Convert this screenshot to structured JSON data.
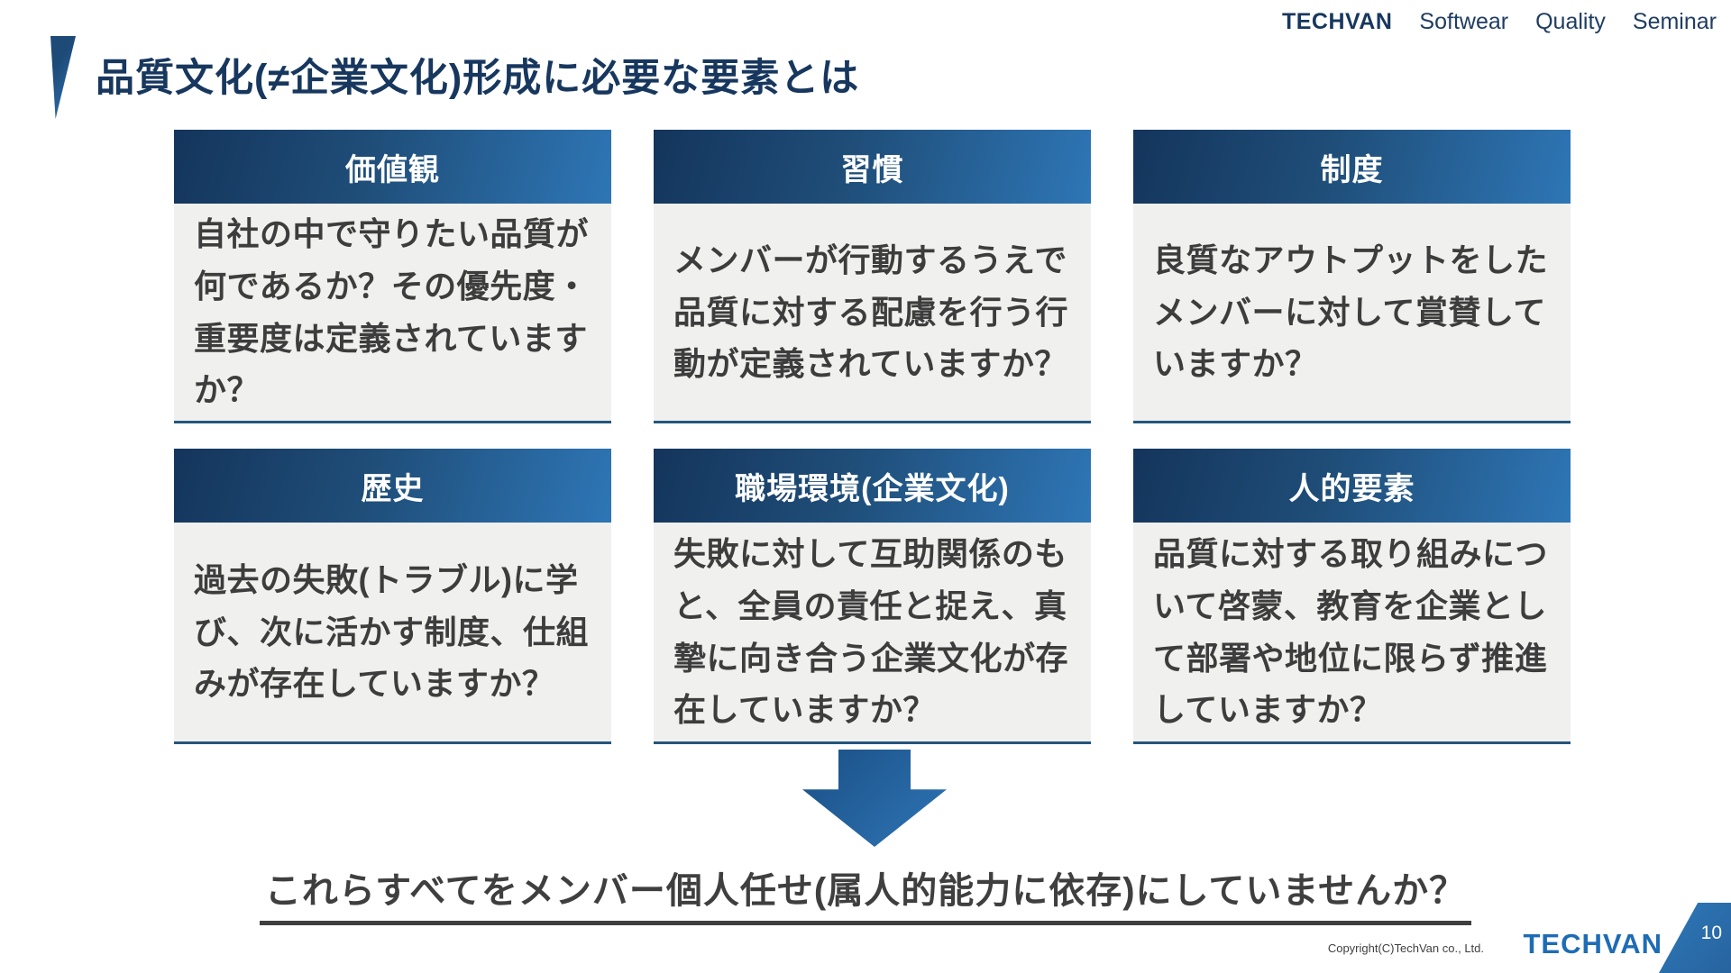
{
  "header": {
    "brand": "TECHVAN",
    "items": [
      "Softwear",
      "Quality",
      "Seminar"
    ]
  },
  "title": "品質文化(≠企業文化)形成に必要な要素とは",
  "cards": [
    {
      "header": "価値観",
      "body": "自社の中で守りたい品質が\n何であるか？その優先度・\n重要度は定義されています\nか？"
    },
    {
      "header": "習慣",
      "body": "メンバーが行動するうえで\n品質に対する配慮を行う行\n動が定義されていますか？"
    },
    {
      "header": "制度",
      "body": "良質なアウトプットをした\nメンバーに対して賞賛して\nいますか？"
    },
    {
      "header": "歴史",
      "body": "過去の失敗(トラブル)に学\nび、次に活かす制度、仕組\nみが存在していますか？"
    },
    {
      "header": "職場環境(企業文化)",
      "body": "失敗に対して互助関係のも\nと、全員の責任と捉え、真\n摯に向き合う企業文化が存\n在していますか？"
    },
    {
      "header": "人的要素",
      "body": "品質に対する取り組みにつ\nいて啓蒙、教育を企業とし\nて部署や地位に限らず推進\nしていますか？"
    }
  ],
  "conclusion": "これらすべてをメンバー個人任せ(属人的能力に依存)にしていませんか？",
  "footer": {
    "copyright": "Copyright(C)TechVan co., Ltd.",
    "logo": "TECHVAN",
    "page_number": "10"
  },
  "icons": {
    "down_arrow": "down-arrow",
    "title_accent": "title-accent-wedge",
    "corner": "page-corner-wedge"
  },
  "colors": {
    "title_navy": "#17375E",
    "header_gradient_dark": "#14355C",
    "header_gradient_light": "#2E76B6",
    "card_bg": "#F0F0EE",
    "card_border": "#24567E",
    "body_text": "#3D3D3D",
    "conclusion_text": "#3F3F3F",
    "logo_blue": "#1E6CB5"
  }
}
